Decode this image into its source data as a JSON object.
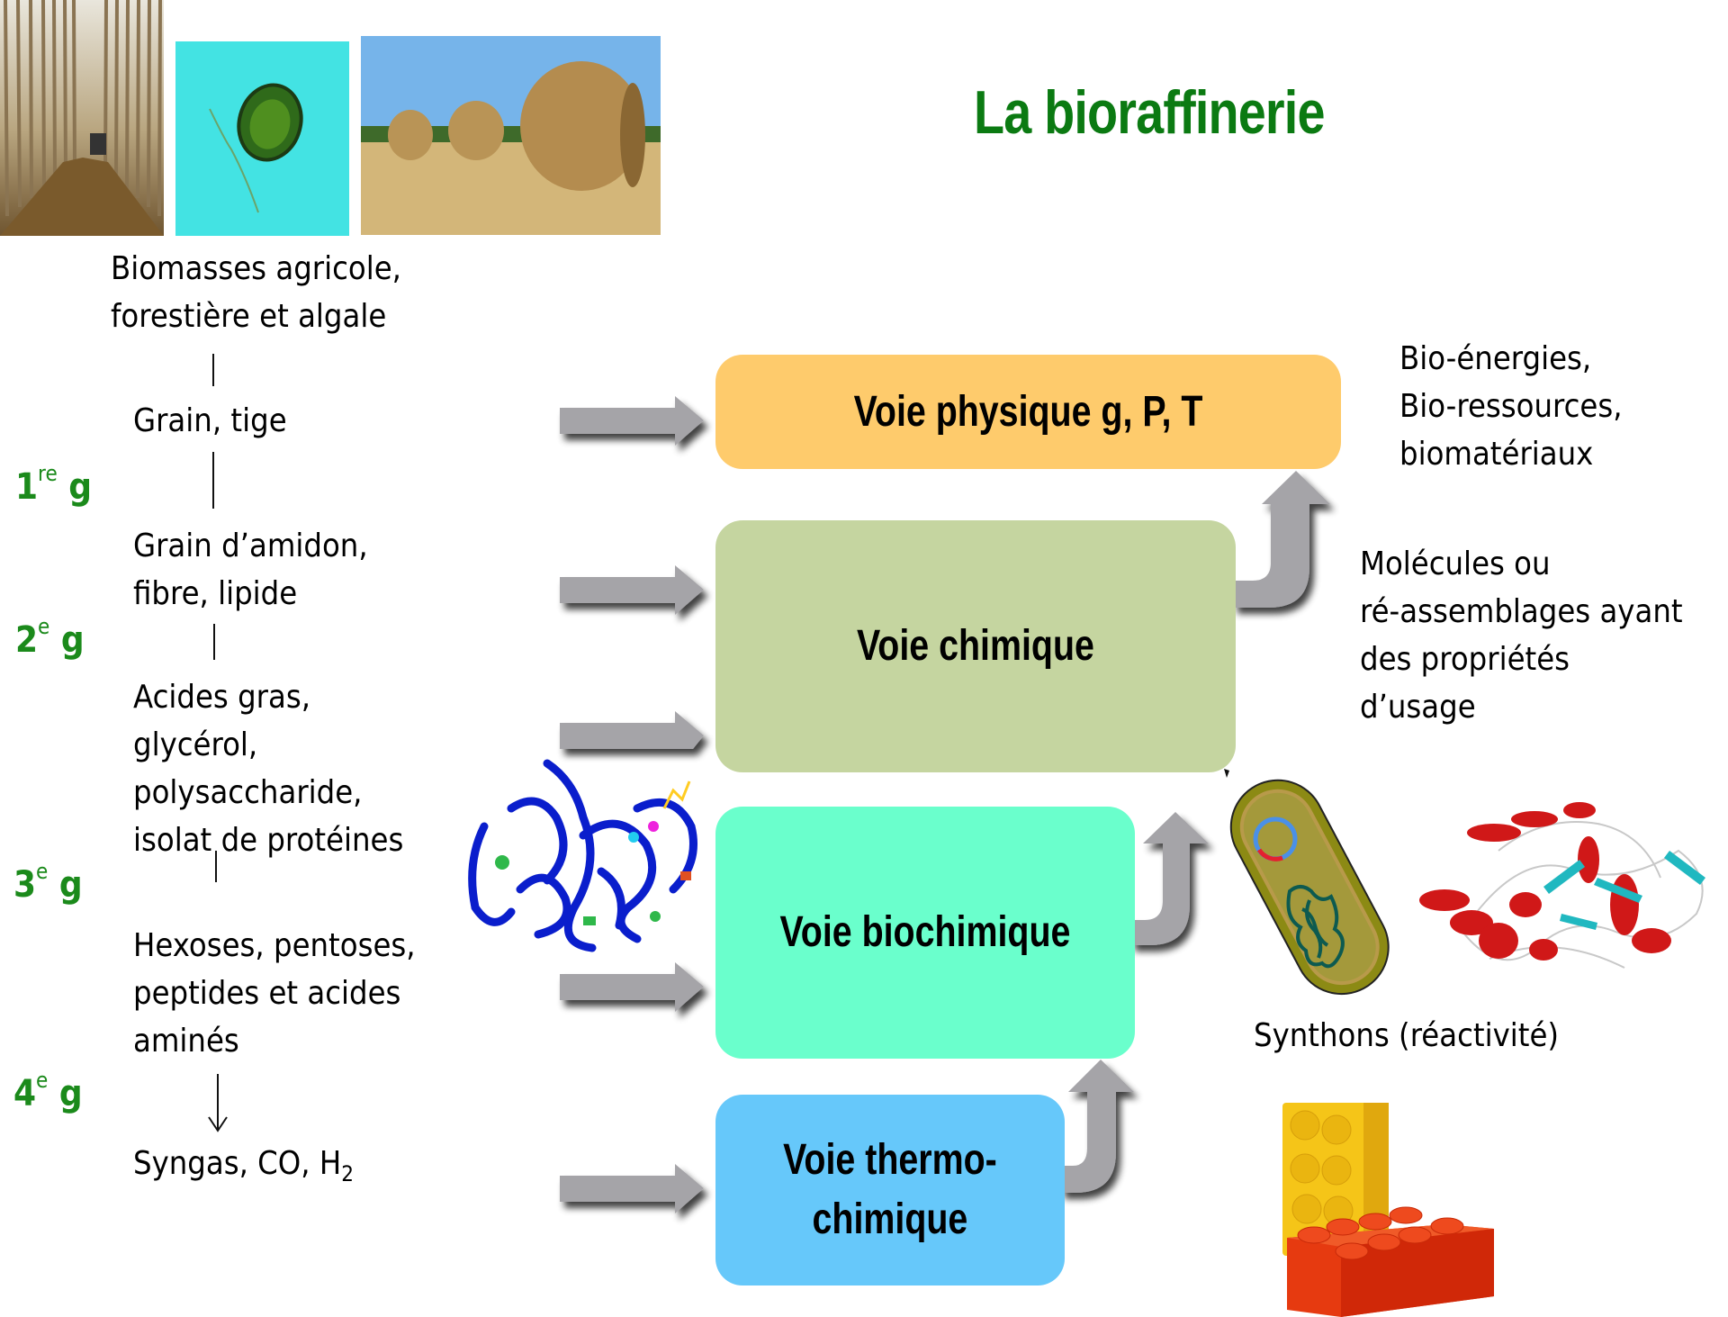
{
  "title": "La bioraffinerie",
  "colors": {
    "title": "#0b7a12",
    "generation_labels": "#1b8a1b",
    "arrow": "#a5a4a8",
    "voie_physique": "#fecb6c",
    "voie_chimique": "#c5d5a0",
    "voie_biochimique": "#6affcc",
    "voie_thermochimique": "#66c8fa"
  },
  "images": [
    {
      "name": "forest-photo",
      "description": "Plantation de peupliers"
    },
    {
      "name": "algae-photo",
      "description": "Micro-algue verte"
    },
    {
      "name": "hay-bales-photo",
      "description": "Balles de paille dans un champ"
    },
    {
      "name": "protein-structure-blue",
      "description": "Structure de protéine (bleu)"
    },
    {
      "name": "bacterium-illustration",
      "description": "Bactérie avec plasmide"
    },
    {
      "name": "protein-structure-red",
      "description": "Structure de protéine (rouge/cyan)"
    },
    {
      "name": "lego-bricks",
      "description": "Briques Lego jaune et rouge"
    }
  ],
  "left_column": {
    "biomass": [
      "Biomasses agricole,",
      "forestière et algale"
    ],
    "steps": [
      {
        "lines": [
          "Grain, tige"
        ]
      },
      {
        "lines": [
          "Grain d’amidon,",
          "fibre, lipide"
        ]
      },
      {
        "lines": [
          "Acides gras,",
          "glycérol,",
          "polysaccharide,",
          "isolat de protéines"
        ]
      },
      {
        "lines": [
          "Hexoses, pentoses,",
          "peptides et acides",
          "aminés"
        ]
      },
      {
        "prefix": "Syngas, CO, H",
        "subscript": "2"
      }
    ],
    "connectors": [
      "|",
      "|",
      "|",
      "|",
      "↓"
    ],
    "generations": [
      {
        "num": "1",
        "sup": "re",
        "g": "g"
      },
      {
        "num": "2",
        "sup": "e",
        "g": "g"
      },
      {
        "num": "3",
        "sup": "e",
        "g": "g"
      },
      {
        "num": "4",
        "sup": "e",
        "g": "g"
      }
    ]
  },
  "pathways": [
    {
      "id": "physique",
      "label": "Voie physique g, P, T"
    },
    {
      "id": "chimique",
      "label": "Voie chimique"
    },
    {
      "id": "biochimique",
      "label": "Voie biochimique"
    },
    {
      "id": "thermochimique",
      "label_lines": [
        "Voie thermo-",
        "chimique"
      ]
    }
  ],
  "outputs": {
    "bio": [
      "Bio-énergies,",
      "Bio-ressources,",
      "biomatériaux"
    ],
    "molecules": [
      "Molécules ou",
      "ré-assemblages ayant",
      "des propriétés",
      "d’usage"
    ],
    "synthons": "Synthons (réactivité)"
  }
}
